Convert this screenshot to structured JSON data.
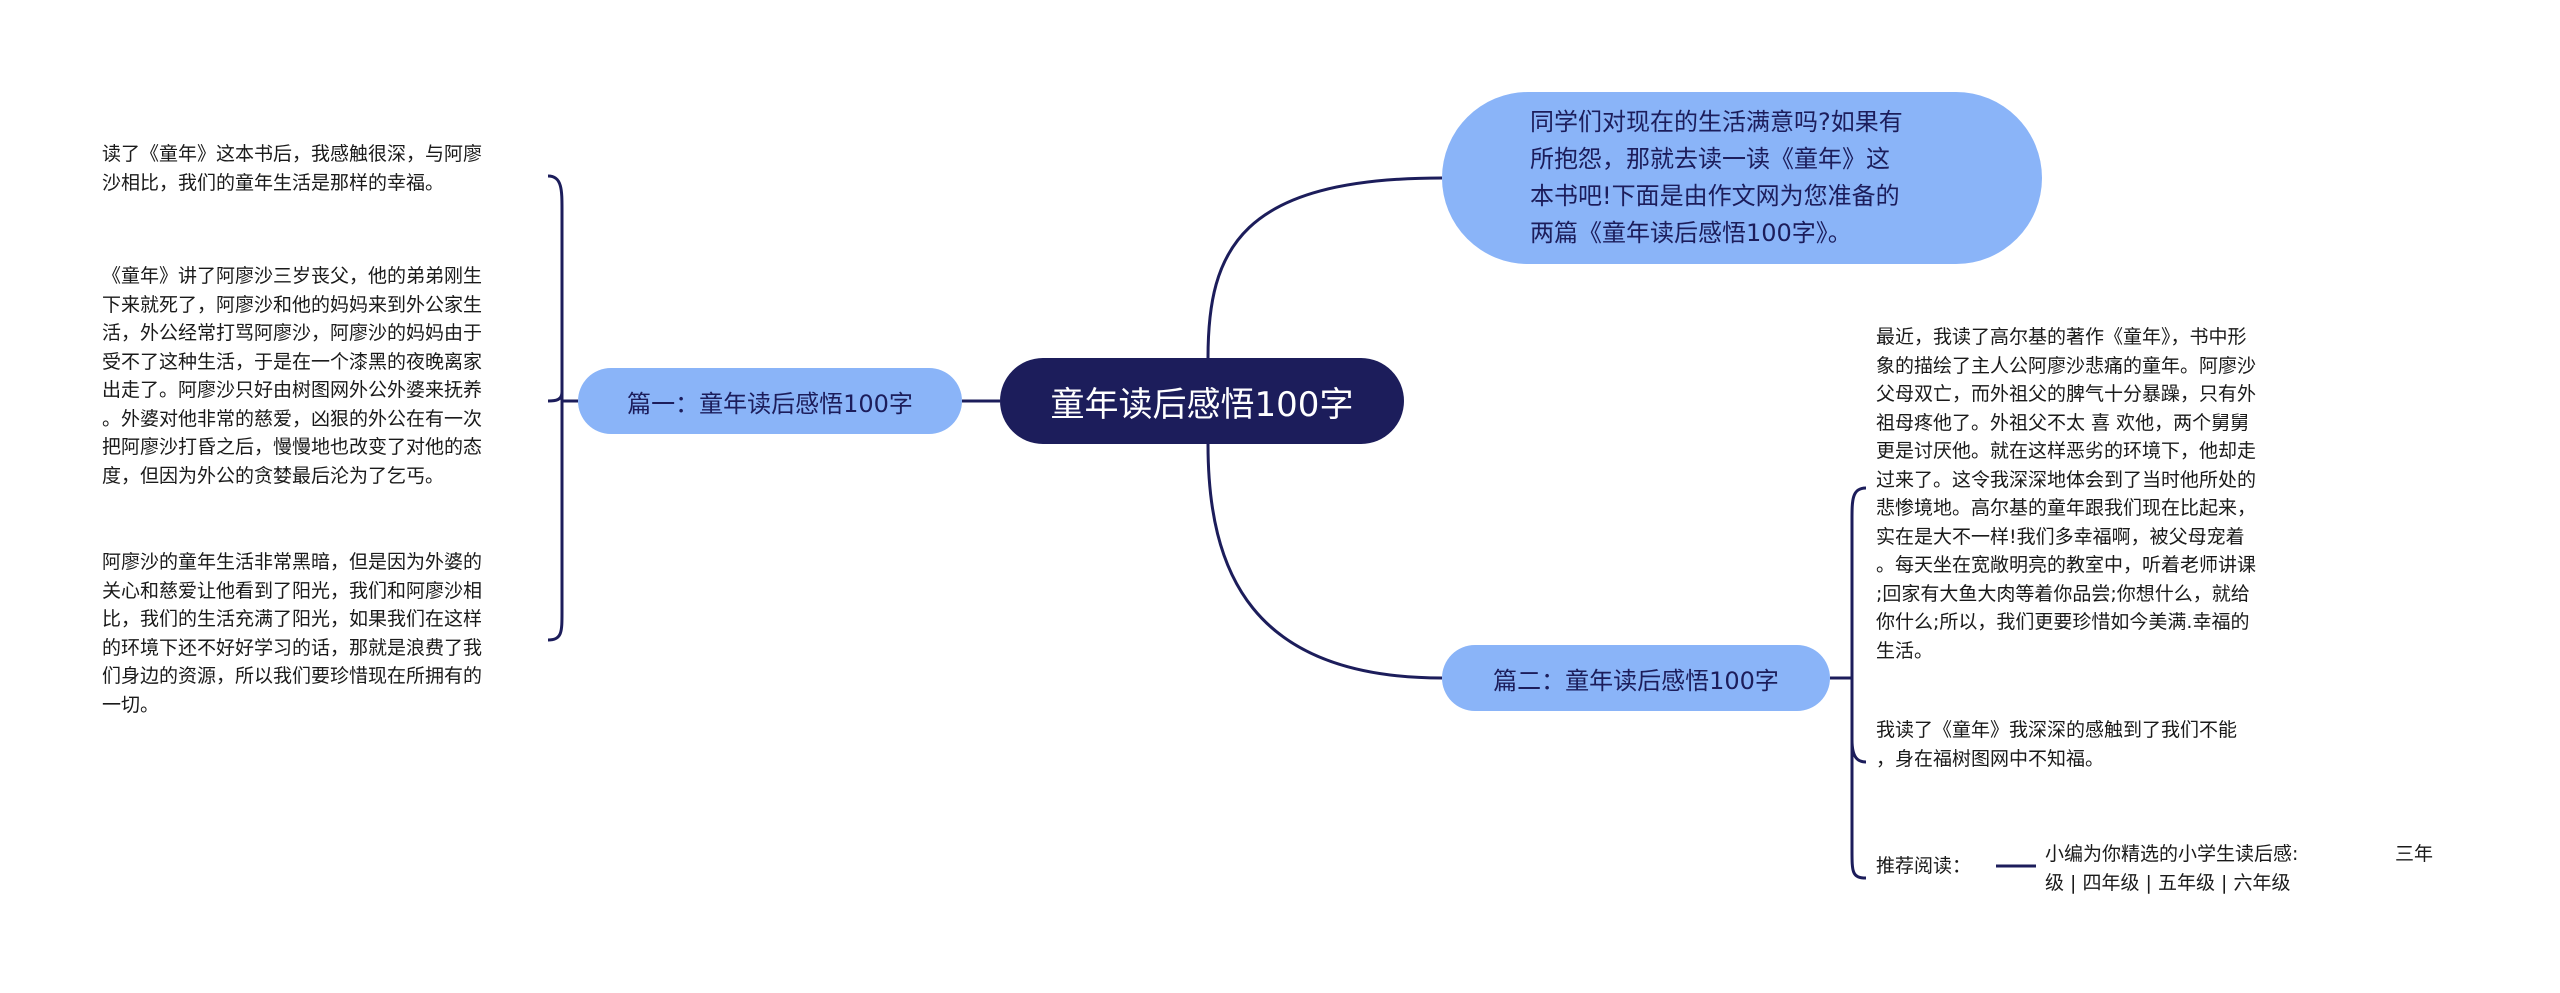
{
  "root": "童年读后感悟100字",
  "intro": "同学们对现在的生活满意吗?如果有\n所抱怨，那就去读一读《童年》这\n本书吧!下面是由作文网为您准备的\n两篇《童年读后感悟100字》。",
  "branch1": {
    "title": "篇一：童年读后感悟100字",
    "paragraphs": [
      "读了《童年》这本书后，我感触很深，与阿廖\n沙相比，我们的童年生活是那样的幸福。",
      "《童年》讲了阿廖沙三岁丧父，他的弟弟刚生\n下来就死了，阿廖沙和他的妈妈来到外公家生\n活，外公经常打骂阿廖沙，阿廖沙的妈妈由于\n受不了这种生活，于是在一个漆黑的夜晚离家\n出走了。阿廖沙只好由树图网外公外婆来抚养\n。外婆对他非常的慈爱，凶狠的外公在有一次\n把阿廖沙打昏之后，慢慢地也改变了对他的态\n度，但因为外公的贪婪最后沦为了乞丐。",
      "阿廖沙的童年生活非常黑暗，但是因为外婆的\n关心和慈爱让他看到了阳光，我们和阿廖沙相\n比，我们的生活充满了阳光，如果我们在这样\n的环境下还不好好学习的话，那就是浪费了我\n们身边的资源，所以我们要珍惜现在所拥有的\n一切。"
    ]
  },
  "branch2": {
    "title": "篇二：童年读后感悟100字",
    "paragraphs": [
      "最近，我读了高尔基的著作《童年》，书中形\n象的描绘了主人公阿廖沙悲痛的童年。阿廖沙\n父母双亡，而外祖父的脾气十分暴躁，只有外\n祖母疼他了。外祖父不太 喜 欢他，两个舅舅\n更是讨厌他。就在这样恶劣的环境下，他却走\n过来了。这令我深深地体会到了当时他所处的\n悲惨境地。高尔基的童年跟我们现在比起来，\n实在是大不一样!我们多幸福啊，被父母宠着\n。每天坐在宽敞明亮的教室中，听着老师讲课\n;回家有大鱼大肉等着你品尝;你想什么，就给\n你什么;所以，我们更要珍惜如今美满.幸福的\n生活。",
      "我读了《童年》我深深的感触到了我们不能\n，身在福树图网中不知福。"
    ],
    "recommend_label": "推荐阅读：",
    "recommend_text": "小编为你精选的小学生读后感:                三年\n级 | 四年级 | 五年级 | 六年级"
  },
  "colors": {
    "root_fill": "#1c1d5b",
    "branch_fill": "#8ab4f8",
    "edge": "#1c1d5b"
  }
}
